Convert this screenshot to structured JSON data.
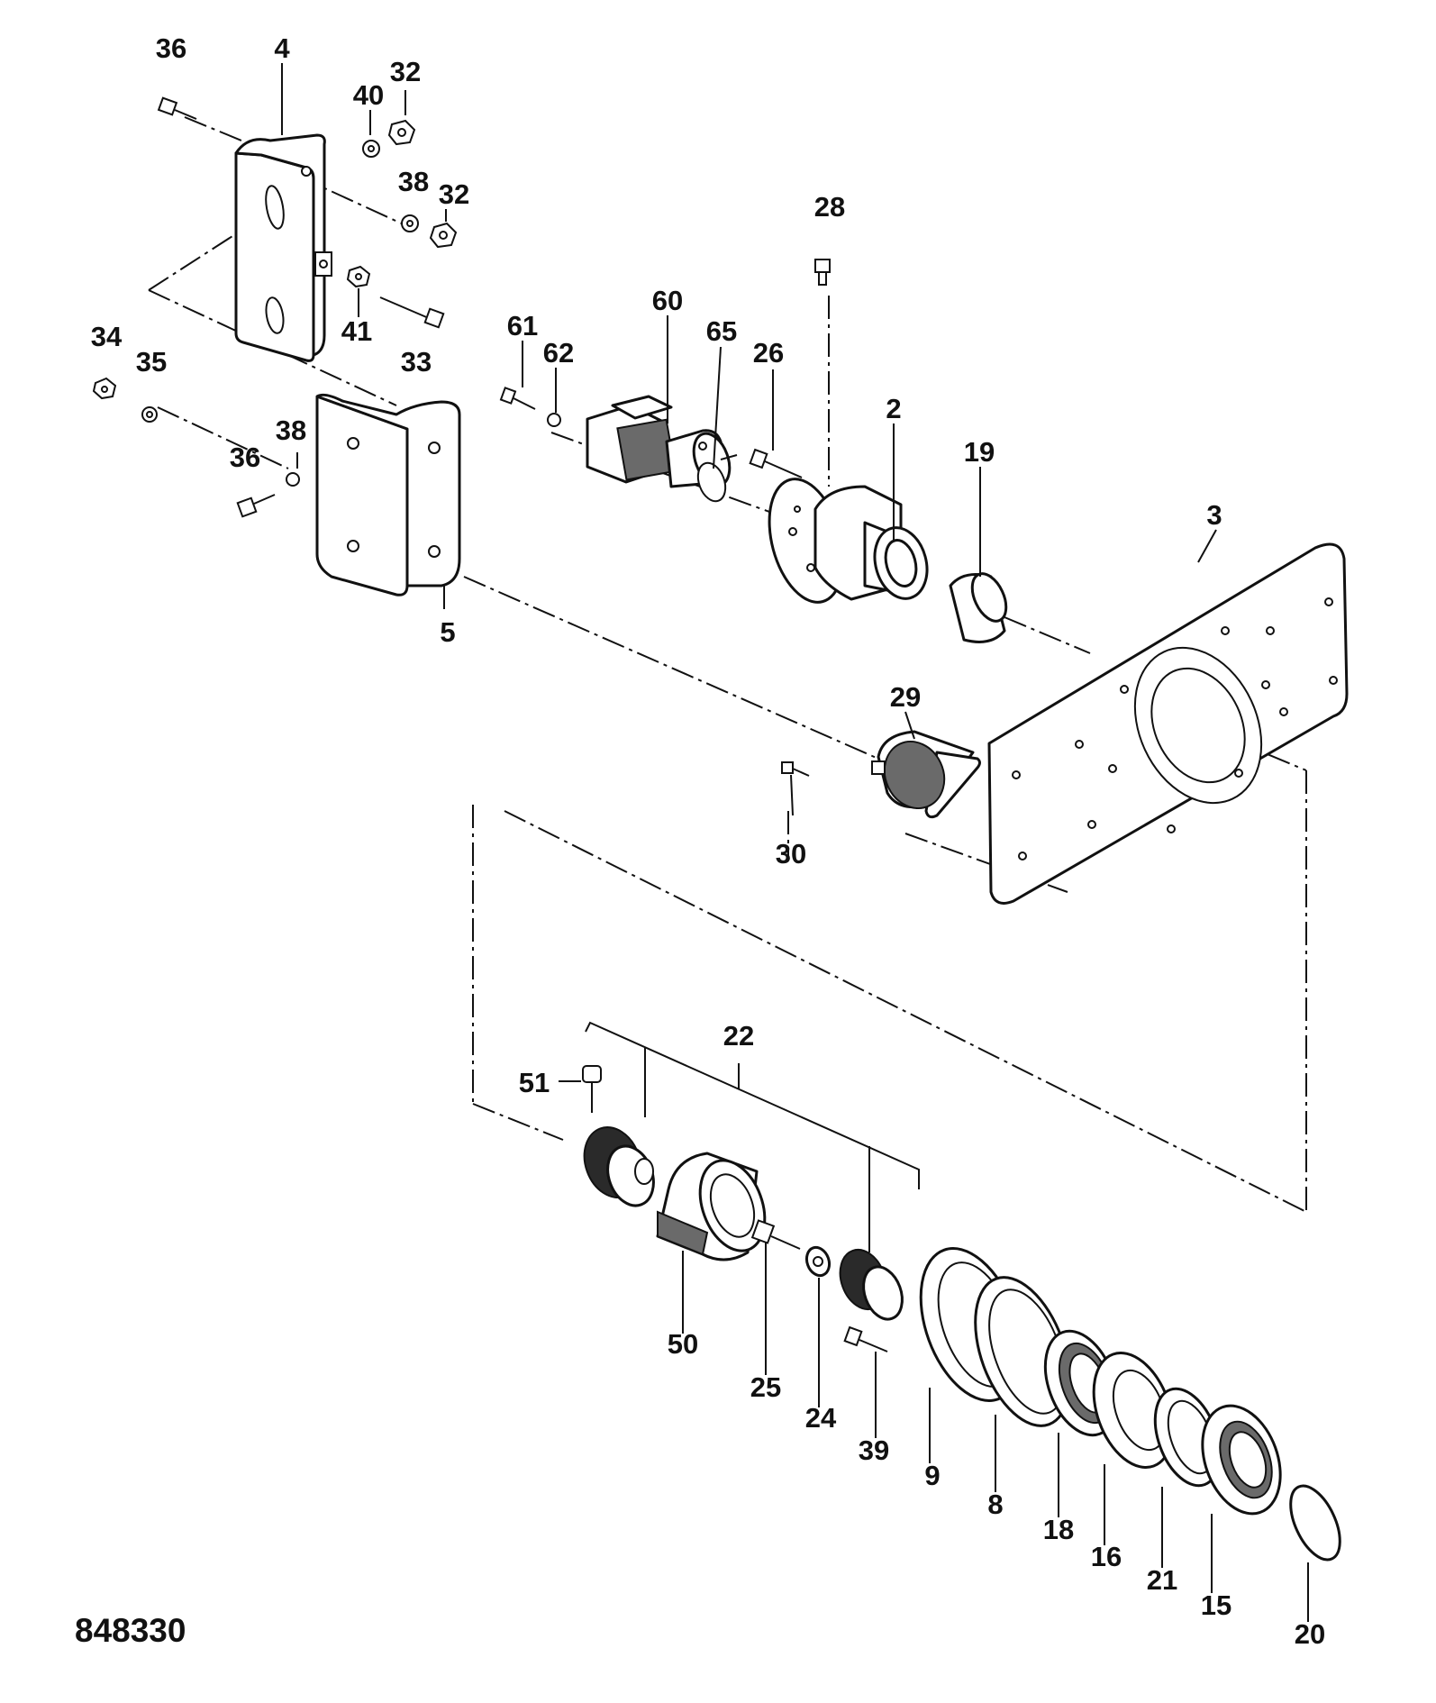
{
  "figure_number": "848330",
  "callouts": [
    {
      "id": "c36a",
      "label": "36"
    },
    {
      "id": "c4",
      "label": "4"
    },
    {
      "id": "c40",
      "label": "40"
    },
    {
      "id": "c32a",
      "label": "32"
    },
    {
      "id": "c38a",
      "label": "38"
    },
    {
      "id": "c32b",
      "label": "32"
    },
    {
      "id": "c41",
      "label": "41"
    },
    {
      "id": "c33",
      "label": "33"
    },
    {
      "id": "c34",
      "label": "34"
    },
    {
      "id": "c35",
      "label": "35"
    },
    {
      "id": "c38b",
      "label": "38"
    },
    {
      "id": "c36b",
      "label": "36"
    },
    {
      "id": "c5",
      "label": "5"
    },
    {
      "id": "c61",
      "label": "61"
    },
    {
      "id": "c62",
      "label": "62"
    },
    {
      "id": "c60",
      "label": "60"
    },
    {
      "id": "c65",
      "label": "65"
    },
    {
      "id": "c26",
      "label": "26"
    },
    {
      "id": "c28",
      "label": "28"
    },
    {
      "id": "c2",
      "label": "2"
    },
    {
      "id": "c19",
      "label": "19"
    },
    {
      "id": "c3",
      "label": "3"
    },
    {
      "id": "c29",
      "label": "29"
    },
    {
      "id": "c30",
      "label": "30"
    },
    {
      "id": "c22",
      "label": "22"
    },
    {
      "id": "c51",
      "label": "51"
    },
    {
      "id": "c50",
      "label": "50"
    },
    {
      "id": "c25",
      "label": "25"
    },
    {
      "id": "c24",
      "label": "24"
    },
    {
      "id": "c39",
      "label": "39"
    },
    {
      "id": "c9",
      "label": "9"
    },
    {
      "id": "c8",
      "label": "8"
    },
    {
      "id": "c18",
      "label": "18"
    },
    {
      "id": "c16",
      "label": "16"
    },
    {
      "id": "c21",
      "label": "21"
    },
    {
      "id": "c15",
      "label": "15"
    },
    {
      "id": "c20",
      "label": "20"
    }
  ]
}
